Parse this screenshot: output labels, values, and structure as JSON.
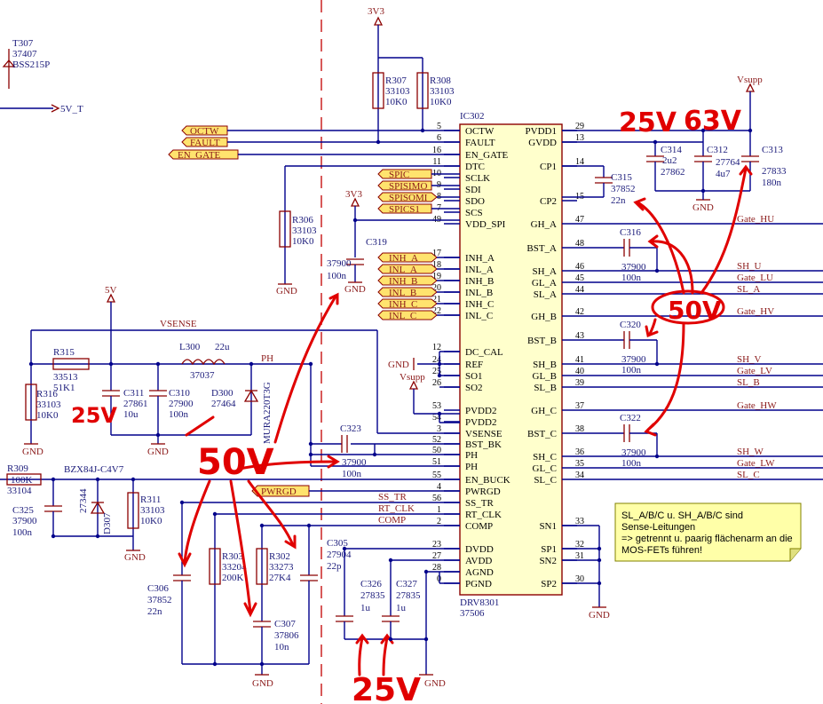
{
  "ic": {
    "designator": "IC302",
    "part": "DRV8301",
    "number": "37506",
    "left_pins": [
      {
        "num": "5",
        "name": "OCTW"
      },
      {
        "num": "6",
        "name": "FAULT"
      },
      {
        "num": "16",
        "name": "EN_GATE"
      },
      {
        "num": "11",
        "name": "DTC"
      },
      {
        "num": "10",
        "name": "SCLK"
      },
      {
        "num": "9",
        "name": "SDI"
      },
      {
        "num": "8",
        "name": "SDO"
      },
      {
        "num": "7",
        "name": "SCS"
      },
      {
        "num": "49",
        "name": "VDD_SPI"
      },
      {
        "num": "17",
        "name": "INH_A"
      },
      {
        "num": "18",
        "name": "INL_A"
      },
      {
        "num": "19",
        "name": "INH_B"
      },
      {
        "num": "20",
        "name": "INL_B"
      },
      {
        "num": "21",
        "name": "INH_C"
      },
      {
        "num": "22",
        "name": "INL_C"
      },
      {
        "num": "12",
        "name": "DC_CAL"
      },
      {
        "num": "24",
        "name": "REF"
      },
      {
        "num": "25",
        "name": "SO1"
      },
      {
        "num": "26",
        "name": "SO2"
      },
      {
        "num": "53",
        "name": "PVDD2"
      },
      {
        "num": "54",
        "name": "PVDD2"
      },
      {
        "num": "3",
        "name": "VSENSE"
      },
      {
        "num": "52",
        "name": "BST_BK"
      },
      {
        "num": "50",
        "name": "PH"
      },
      {
        "num": "51",
        "name": "PH"
      },
      {
        "num": "55",
        "name": "EN_BUCK"
      },
      {
        "num": "4",
        "name": "PWRGD"
      },
      {
        "num": "56",
        "name": "SS_TR"
      },
      {
        "num": "1",
        "name": "RT_CLK"
      },
      {
        "num": "2",
        "name": "COMP"
      },
      {
        "num": "23",
        "name": "DVDD"
      },
      {
        "num": "27",
        "name": "AVDD"
      },
      {
        "num": "28",
        "name": "AGND"
      },
      {
        "num": "0",
        "name": "PGND"
      }
    ],
    "right_pins": [
      {
        "num": "29",
        "name": "PVDD1"
      },
      {
        "num": "13",
        "name": "GVDD"
      },
      {
        "num": "14",
        "name": "CP1"
      },
      {
        "num": "15",
        "name": "CP2"
      },
      {
        "num": "47",
        "name": "GH_A"
      },
      {
        "num": "48",
        "name": "BST_A"
      },
      {
        "num": "46",
        "name": "SH_A"
      },
      {
        "num": "45",
        "name": "GL_A"
      },
      {
        "num": "44",
        "name": "SL_A"
      },
      {
        "num": "42",
        "name": "GH_B"
      },
      {
        "num": "43",
        "name": "BST_B"
      },
      {
        "num": "41",
        "name": "SH_B"
      },
      {
        "num": "40",
        "name": "GL_B"
      },
      {
        "num": "39",
        "name": "SL_B"
      },
      {
        "num": "37",
        "name": "GH_C"
      },
      {
        "num": "38",
        "name": "BST_C"
      },
      {
        "num": "36",
        "name": "SH_C"
      },
      {
        "num": "35",
        "name": "GL_C"
      },
      {
        "num": "34",
        "name": "SL_C"
      },
      {
        "num": "33",
        "name": "SN1"
      },
      {
        "num": "32",
        "name": "SP1"
      },
      {
        "num": "31",
        "name": "SN2"
      },
      {
        "num": "30",
        "name": "SP2"
      }
    ]
  },
  "ports": {
    "octw": "OCTW",
    "fault": "FAULT",
    "en_gate": "EN_GATE",
    "spic": "SPIC",
    "spisimo": "SPISIMO",
    "spisomi": "SPISOMI",
    "spics1": "SPICS1",
    "inh_a": "INH_A",
    "inl_a": "INL_A",
    "inh_b": "INH_B",
    "inl_b": "INL_B",
    "inh_c": "INH_C",
    "inl_c": "INL_C",
    "pwrgd": "PWRGD",
    "five_v_t": "5V_T"
  },
  "nets": {
    "gate_hu": "Gate_HU",
    "sh_u": "SH_U",
    "gate_lu": "Gate_LU",
    "sl_a": "SL_A",
    "gate_hv": "Gate_HV",
    "sh_v": "SH_V",
    "gate_lv": "Gate_LV",
    "sl_b": "SL_B",
    "gate_hw": "Gate_HW",
    "sh_w": "SH_W",
    "gate_lw": "Gate_LW",
    "sl_c": "SL_C",
    "vsense": "VSENSE",
    "ph": "PH",
    "ss_tr": "SS_TR",
    "rt_clk": "RT_CLK",
    "comp": "COMP"
  },
  "power": {
    "v3v3": "3V3",
    "v5": "5V",
    "vsupp": "Vsupp",
    "gnd": "GND"
  },
  "components": {
    "t307": [
      "T307",
      "37407",
      "BSS215P"
    ],
    "r307": [
      "R307",
      "33103",
      "10K0"
    ],
    "r308": [
      "R308",
      "33103",
      "10K0"
    ],
    "r306": [
      "R306",
      "33103",
      "10K0"
    ],
    "c319": [
      "C319",
      "37900",
      "100n"
    ],
    "c314": [
      "C314",
      "2u2",
      "27862"
    ],
    "c312": [
      "C312",
      "27764",
      "4u7"
    ],
    "c313": [
      "C313",
      "27833",
      "180n"
    ],
    "c315": [
      "C315",
      "37852",
      "22n"
    ],
    "c316": [
      "C316",
      "37900",
      "100n"
    ],
    "c320": [
      "C320",
      "37900",
      "100n"
    ],
    "c322": [
      "C322",
      "37900",
      "100n"
    ],
    "r315": [
      "R315",
      "33513",
      "51K1"
    ],
    "r316": [
      "R316",
      "33103",
      "10K0"
    ],
    "c311": [
      "C311",
      "27861",
      "10u"
    ],
    "c310": [
      "C310",
      "27900",
      "100n"
    ],
    "l300": [
      "L300",
      "22u",
      "37037"
    ],
    "d300": [
      "D300",
      "27464",
      "MURA220T3G"
    ],
    "c323": [
      "C323",
      "37900",
      "100n"
    ],
    "r309": [
      "R309",
      "100K",
      "33104"
    ],
    "c325": [
      "C325",
      "37900",
      "100n"
    ],
    "d307": [
      "D307",
      "27344",
      "BZX84J-C4V7"
    ],
    "r311": [
      "R311",
      "33103",
      "10K0"
    ],
    "c306": [
      "C306",
      "37852",
      "22n"
    ],
    "r303": [
      "R303",
      "33204",
      "200K"
    ],
    "r302": [
      "R302",
      "33273",
      "27K4"
    ],
    "c307": [
      "C307",
      "37806",
      "10n"
    ],
    "c305": [
      "C305",
      "27904",
      "22p"
    ],
    "c326": [
      "C326",
      "27835",
      "1u"
    ],
    "c327": [
      "C327",
      "27835",
      "1u"
    ]
  },
  "note": {
    "lines": [
      "SL_A/B/C u. SH_A/B/C sind",
      "Sense-Leitungen",
      "=> getrennt u. paarig flächenarm an die",
      "MOS-FETs führen!"
    ]
  },
  "handwriting": {
    "v25_top": "25V",
    "v63": "63V",
    "v25_left": "25V",
    "v50_left": "50V",
    "v50_right": "50V",
    "v25_bottom": "25V"
  }
}
